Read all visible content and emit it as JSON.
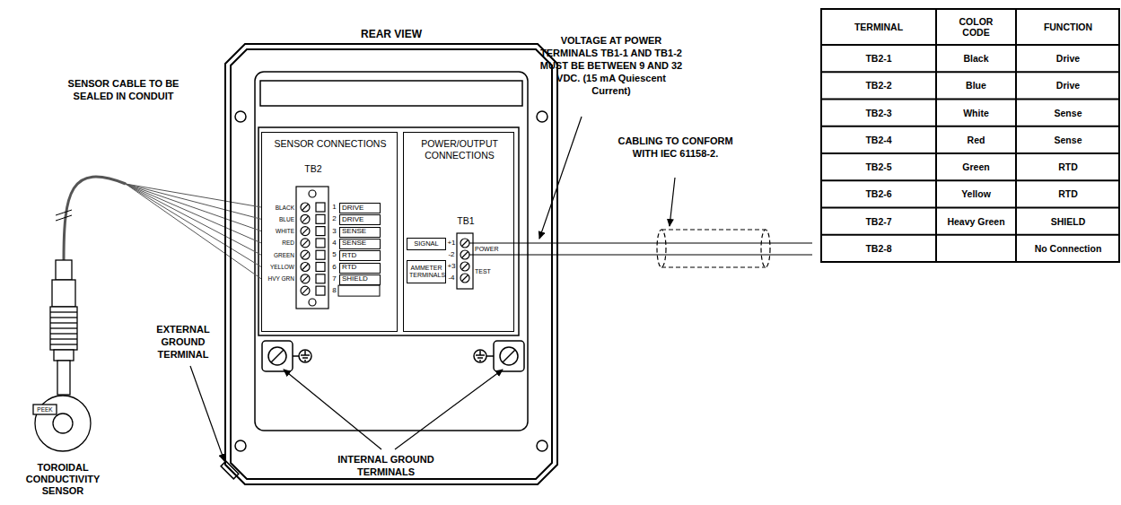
{
  "diagram": {
    "nodes": [
      {
        "text": [
          "REAR VIEW"
        ]
      },
      {
        "text": [
          "SENSOR CONNECTIONS",
          "TB2"
        ],
        "in": 0
      },
      {
        "text": [
          "POWER/OUTPUT CONNECTIONS",
          "TB1"
        ],
        "in": 0
      },
      {
        "text": [
          "DRIVE"
        ],
        "in": 1
      },
      {
        "text": [
          "DRIVE"
        ],
        "in": 1
      },
      {
        "text": [
          "SENSE"
        ],
        "in": 1
      },
      {
        "text": [
          "SENSE"
        ],
        "in": 1
      },
      {
        "text": [
          "RTD"
        ],
        "in": 1
      },
      {
        "text": [
          "RTD"
        ],
        "in": 1
      },
      {
        "text": [
          "SHIELD"
        ],
        "in": 1
      },
      {
        "text": [
          "SIGNAL"
        ],
        "in": 2
      },
      {
        "text": [
          "AMMETER TERMINALS"
        ],
        "in": 2
      }
    ],
    "labels": [
      "SENSOR CABLE TO BE SEALED IN CONDUIT",
      "PEEK",
      "EXTERNAL GROUND TERMINAL",
      "TOROIDAL CONDUCTIVITY SENSOR",
      "INTERNAL GROUND TERMINALS",
      "VOLTAGE AT POWER TERMINALS TB1-1 AND TB1-2 MUST BE BETWEEN 9 AND 32 VDC. (15 mA Quiescent Current)",
      "CABLING TO CONFORM WITH IEC 61158-2.",
      "BLACK",
      "BLUE",
      "WHITE",
      "RED",
      "GREEN",
      "YELLOW",
      "HVY GRN",
      "1",
      "2",
      "3",
      "4",
      "5",
      "6",
      "7",
      "8",
      "+1",
      "-2",
      "+3",
      "-4",
      "POWER",
      "TEST",
      "TERMINAL",
      "COLOR CODE",
      "FUNCTION",
      "TB2-1",
      "Black",
      "Drive",
      "TB2-2",
      "Blue",
      "Drive",
      "TB2-3",
      "White",
      "Sense",
      "TB2-4",
      "Red",
      "Sense",
      "TB2-5",
      "Green",
      "RTD",
      "TB2-6",
      "Yellow",
      "RTD",
      "TB2-7",
      "Heavy Green",
      "SHIELD",
      "TB2-8",
      "No Connection"
    ]
  }
}
